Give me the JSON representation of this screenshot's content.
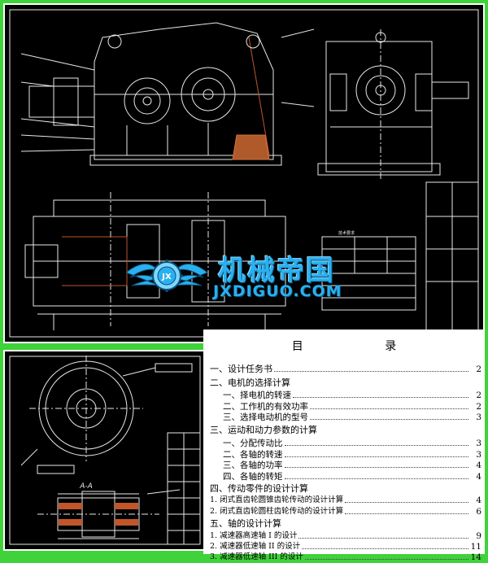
{
  "watermark": {
    "title": "机械帝国",
    "url": "JXDIGUO.COM",
    "logo_text": "JX"
  },
  "toc": {
    "title": "目 录",
    "entries": [
      {
        "label": "一、设计任务书",
        "page": "2",
        "level": 0
      },
      {
        "label": "二、电机的选择计算",
        "page": "",
        "level": 0
      },
      {
        "label": "一、择电机的转速",
        "page": "2",
        "level": 1
      },
      {
        "label": "二、工作机的有效功率",
        "page": "2",
        "level": 1
      },
      {
        "label": "三、选择电动机的型号",
        "page": "3",
        "level": 1
      },
      {
        "label": "三、运动和动力参数的计算",
        "page": "",
        "level": 0
      },
      {
        "label": "一、分配传动比",
        "page": "3",
        "level": 1
      },
      {
        "label": "二、各轴的转速",
        "page": "3",
        "level": 1
      },
      {
        "label": "三、各轴的功率",
        "page": "4",
        "level": 1
      },
      {
        "label": "四、各轴的转矩",
        "page": "4",
        "level": 1
      },
      {
        "label": "四、传动零件的设计计算",
        "page": "",
        "level": 0
      },
      {
        "label": "1.  闭式直齿轮圆锥齿轮传动的设计计算",
        "page": "4",
        "level": 2
      },
      {
        "label": "2.  闭式直齿轮圆柱齿轮传动的设计计算",
        "page": "6",
        "level": 2
      },
      {
        "label": "五、轴的设计计算",
        "page": "",
        "level": 0
      },
      {
        "label": "1.          减速器高速轴 I 的设计",
        "page": "9",
        "level": 3
      },
      {
        "label": "2.          减速器低速轴 II 的设计",
        "page": "11",
        "level": 3
      },
      {
        "label": "3.  减速器低速轴 III 的设计",
        "page": "14",
        "level": 3
      }
    ]
  },
  "drawing": {
    "section_label": "A-A",
    "tech_title": "技术要求"
  }
}
